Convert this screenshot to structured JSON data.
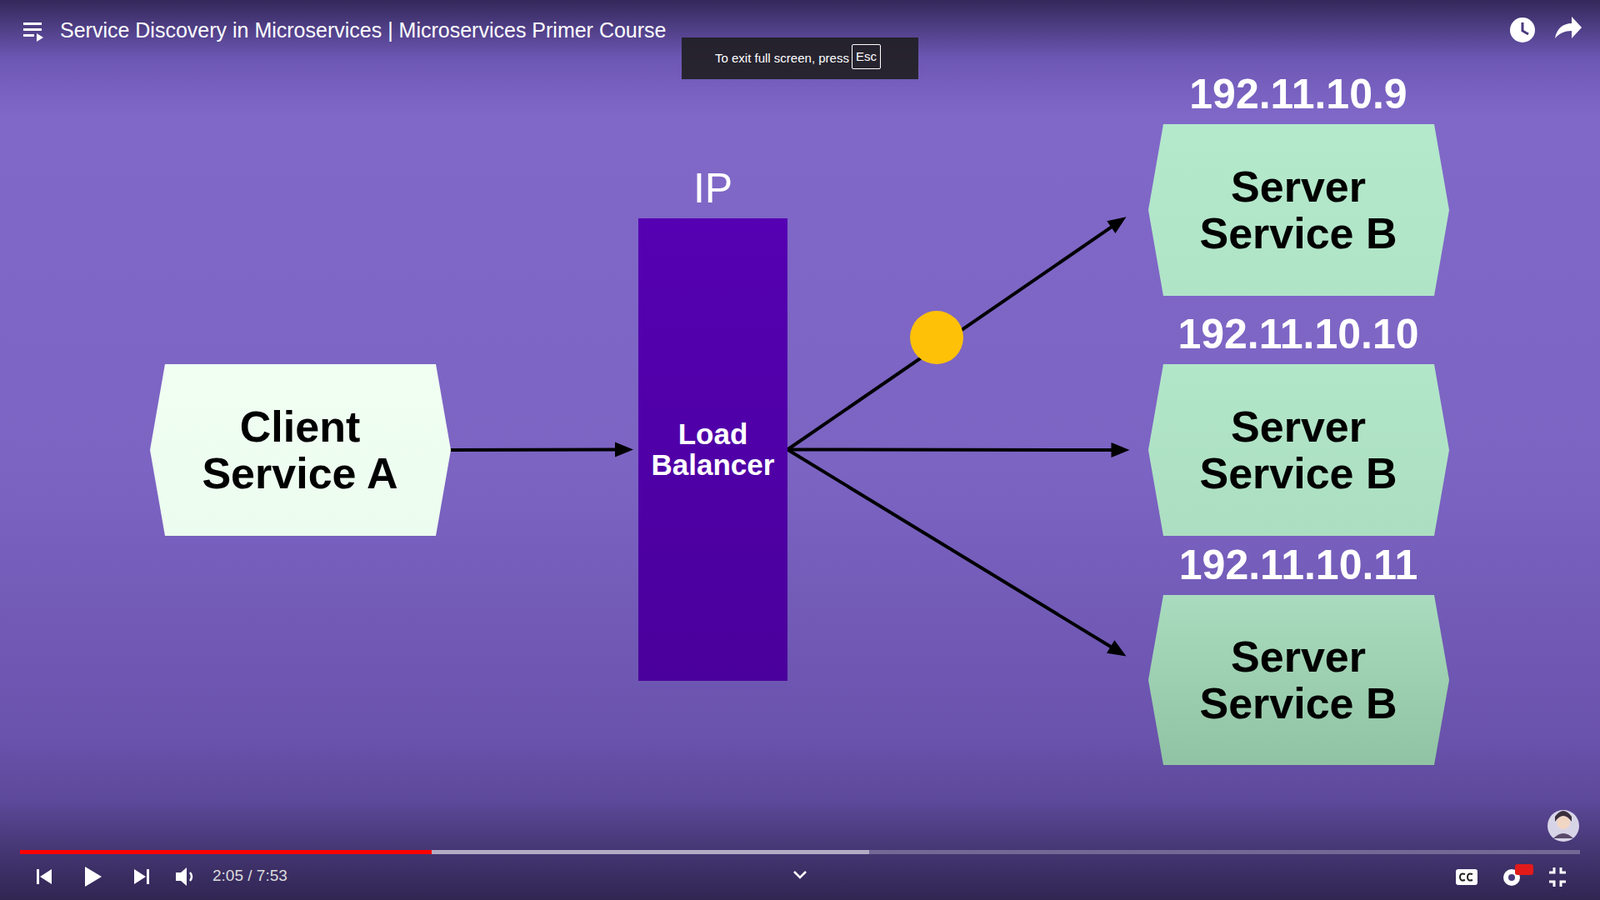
{
  "diagram": {
    "title": "Service Discovery in Microservices | Microservices Primer Course",
    "nodes": [
      {
        "text": [
          "Client Service A"
        ]
      },
      {
        "text": [
          "IP",
          "Load Balancer"
        ]
      },
      {
        "text": [
          "192.11.10.9",
          "Server Service B"
        ]
      },
      {
        "text": [
          "192.11.10.10",
          "Server Service B"
        ]
      },
      {
        "text": [
          "192.11.10.11",
          "Server Service B"
        ]
      }
    ],
    "edges": [
      {
        "from": 0,
        "to": 1,
        "arrow": "to"
      },
      {
        "from": 1,
        "to": 2,
        "arrow": "to"
      },
      {
        "from": 1,
        "to": 3,
        "arrow": "to"
      },
      {
        "from": 1,
        "to": 4,
        "arrow": "to"
      }
    ],
    "labels": [
      "To exit full screen, press",
      "Esc",
      "2:05 / 7:53"
    ]
  }
}
